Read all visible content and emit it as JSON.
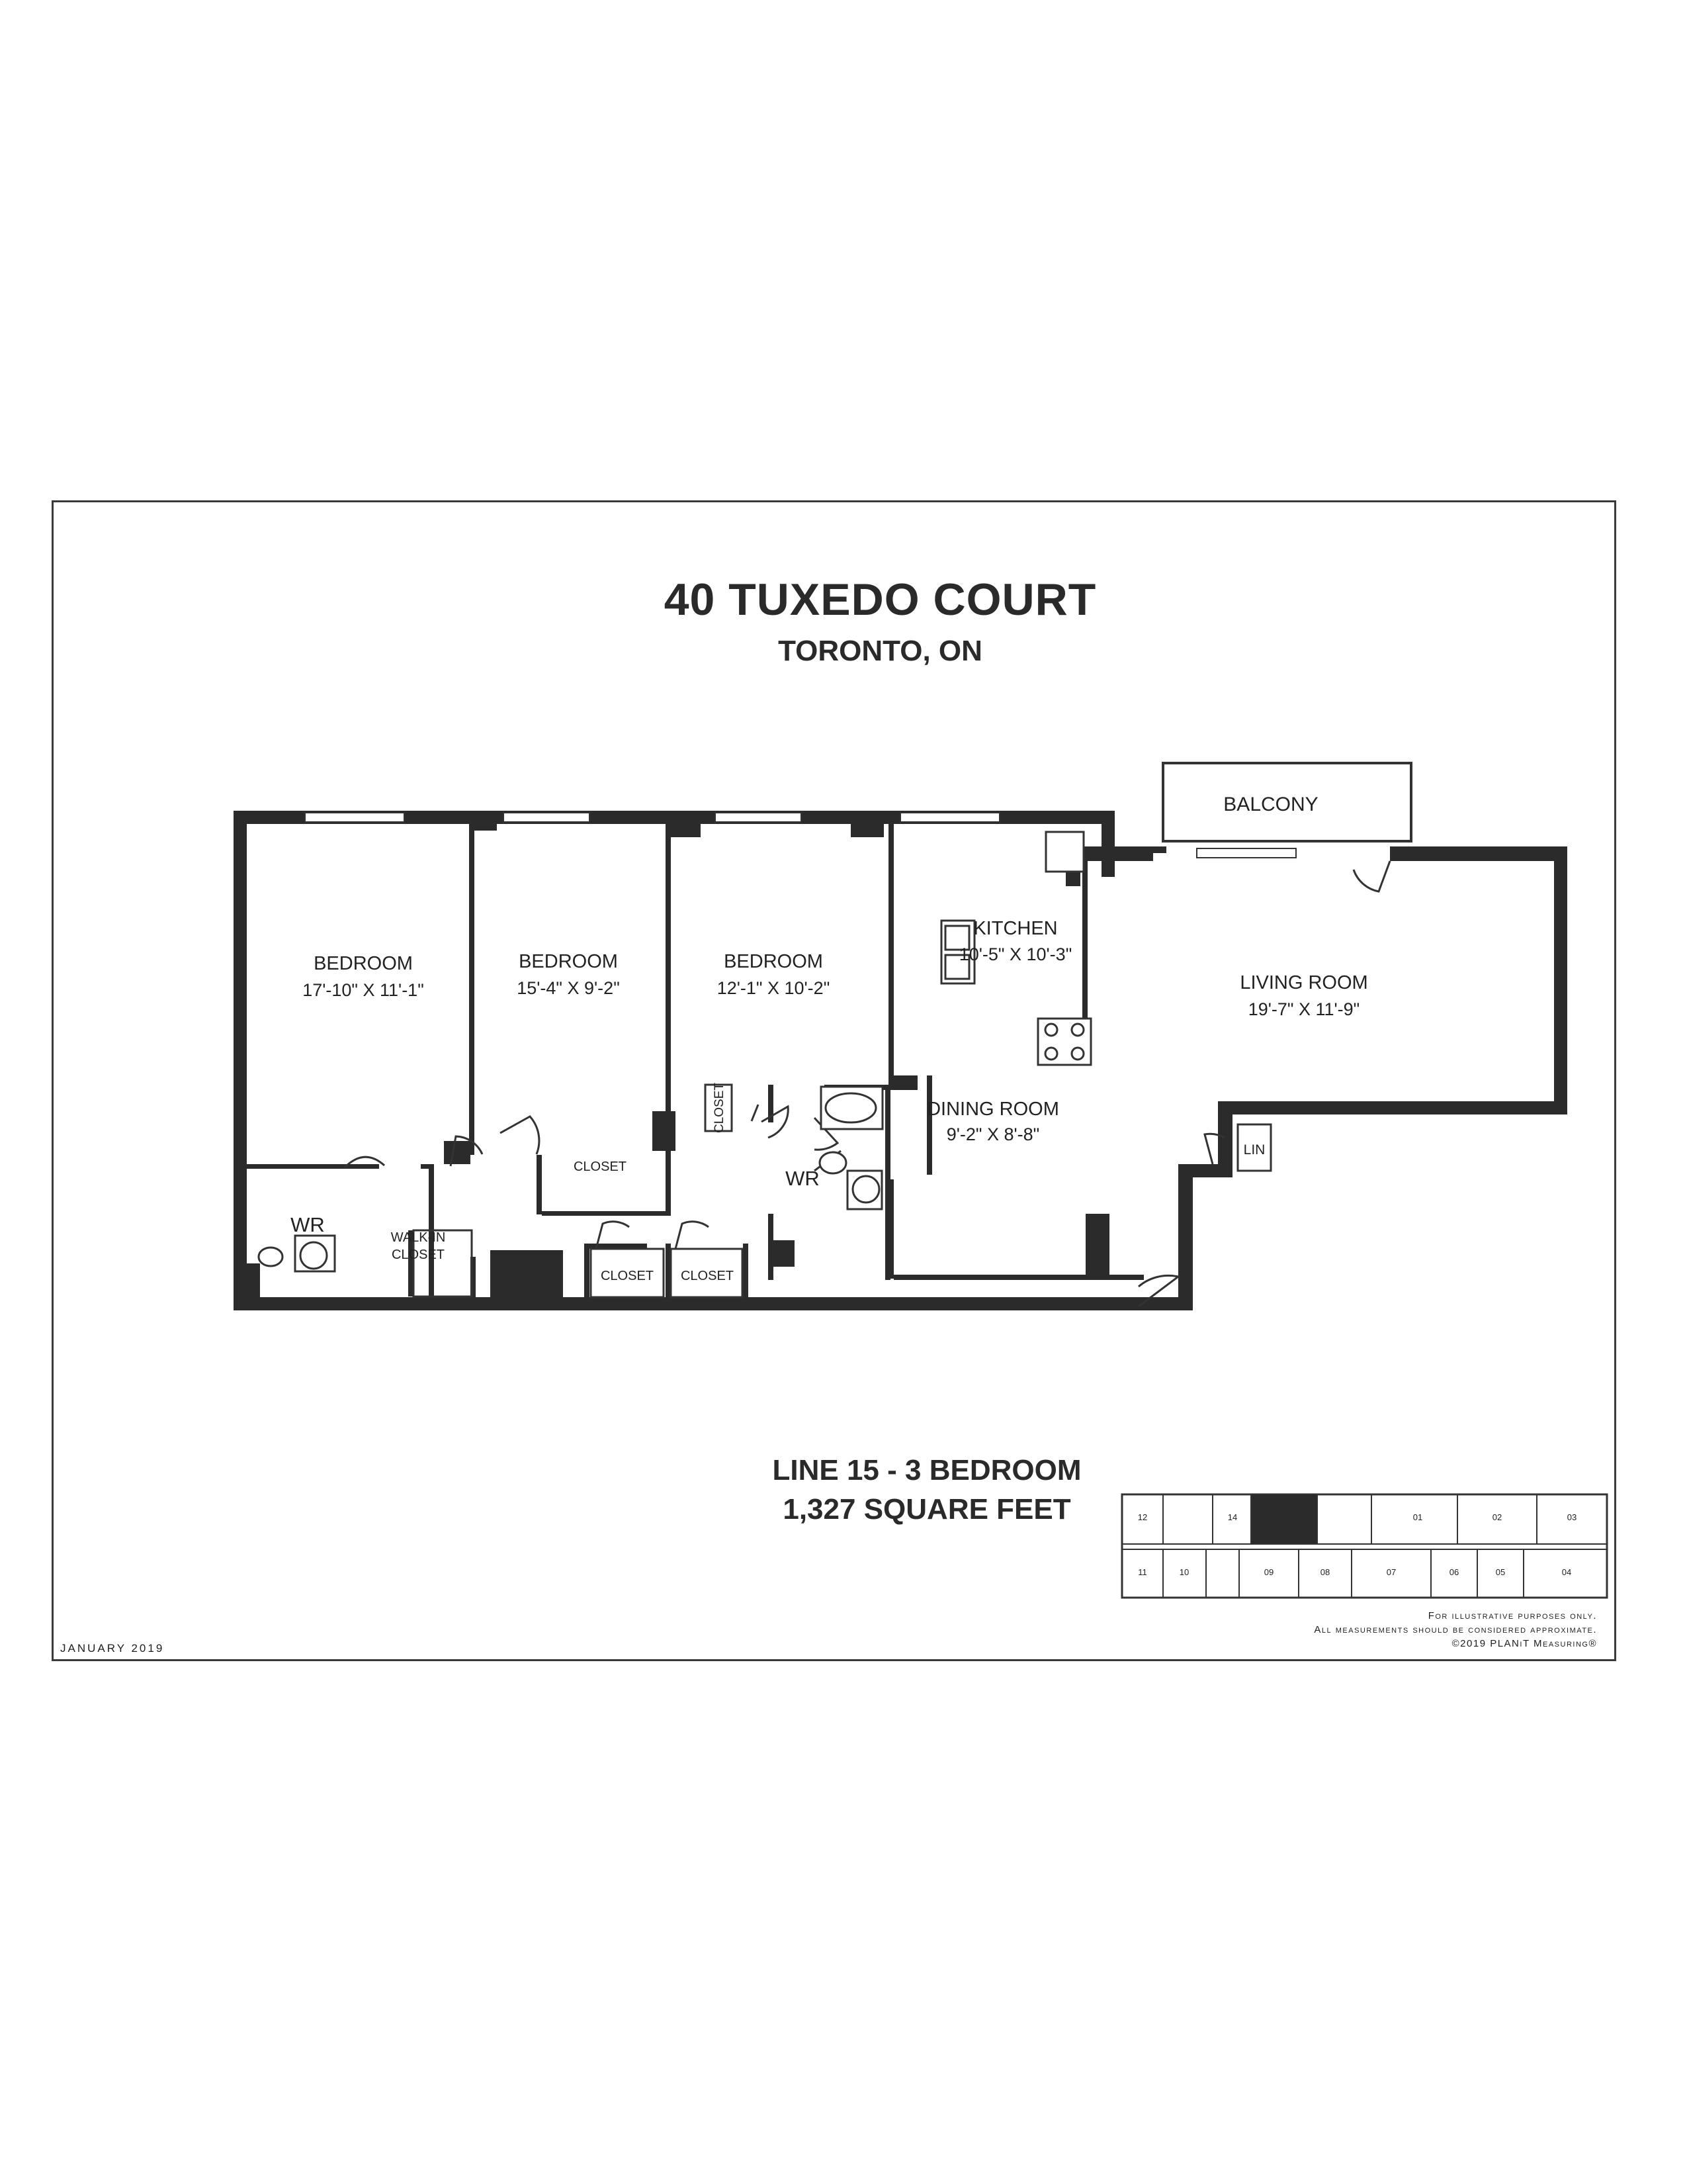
{
  "title": "40 TUXEDO COURT",
  "subtitle": "TORONTO, ON",
  "rooms": {
    "bedroom1": {
      "name": "BEDROOM",
      "dims": "17'-10\" X 11'-1\""
    },
    "bedroom2": {
      "name": "BEDROOM",
      "dims": "15'-4\" X 9'-2\""
    },
    "bedroom3": {
      "name": "BEDROOM",
      "dims": "12'-1\" X 10'-2\""
    },
    "kitchen": {
      "name": "KITCHEN",
      "dims": "10'-5\" X 10'-3\""
    },
    "living": {
      "name": "LIVING ROOM",
      "dims": "19'-7\" X 11'-9\""
    },
    "dining": {
      "name": "DINING ROOM",
      "dims": "9'-2\" X 8'-8\""
    },
    "balcony": "BALCONY",
    "lin": "LIN",
    "wr1": "WR",
    "wr2": "WR",
    "walkin_line1": "WALK-IN",
    "walkin_line2": "CLOSET",
    "closet_b2": "CLOSET",
    "closet_b3": "CLOSET",
    "closet_hall1": "CLOSET",
    "closet_hall2": "CLOSET"
  },
  "suite": {
    "line": "LINE 15 - 3 BEDROOM",
    "area": "1,327 SQUARE FEET"
  },
  "date": "JANUARY 2019",
  "disclaimer": {
    "line1": "For illustrative purposes only.",
    "line2": "All measurements should be considered approximate.",
    "line3": "©2019 PLANiT Measuring®"
  },
  "keyplan": {
    "top_units": [
      "12",
      "14",
      "01",
      "02",
      "03"
    ],
    "bottom_units": [
      "11",
      "10",
      "09",
      "08",
      "07",
      "06",
      "05",
      "04"
    ],
    "highlighted_unit": "15"
  }
}
